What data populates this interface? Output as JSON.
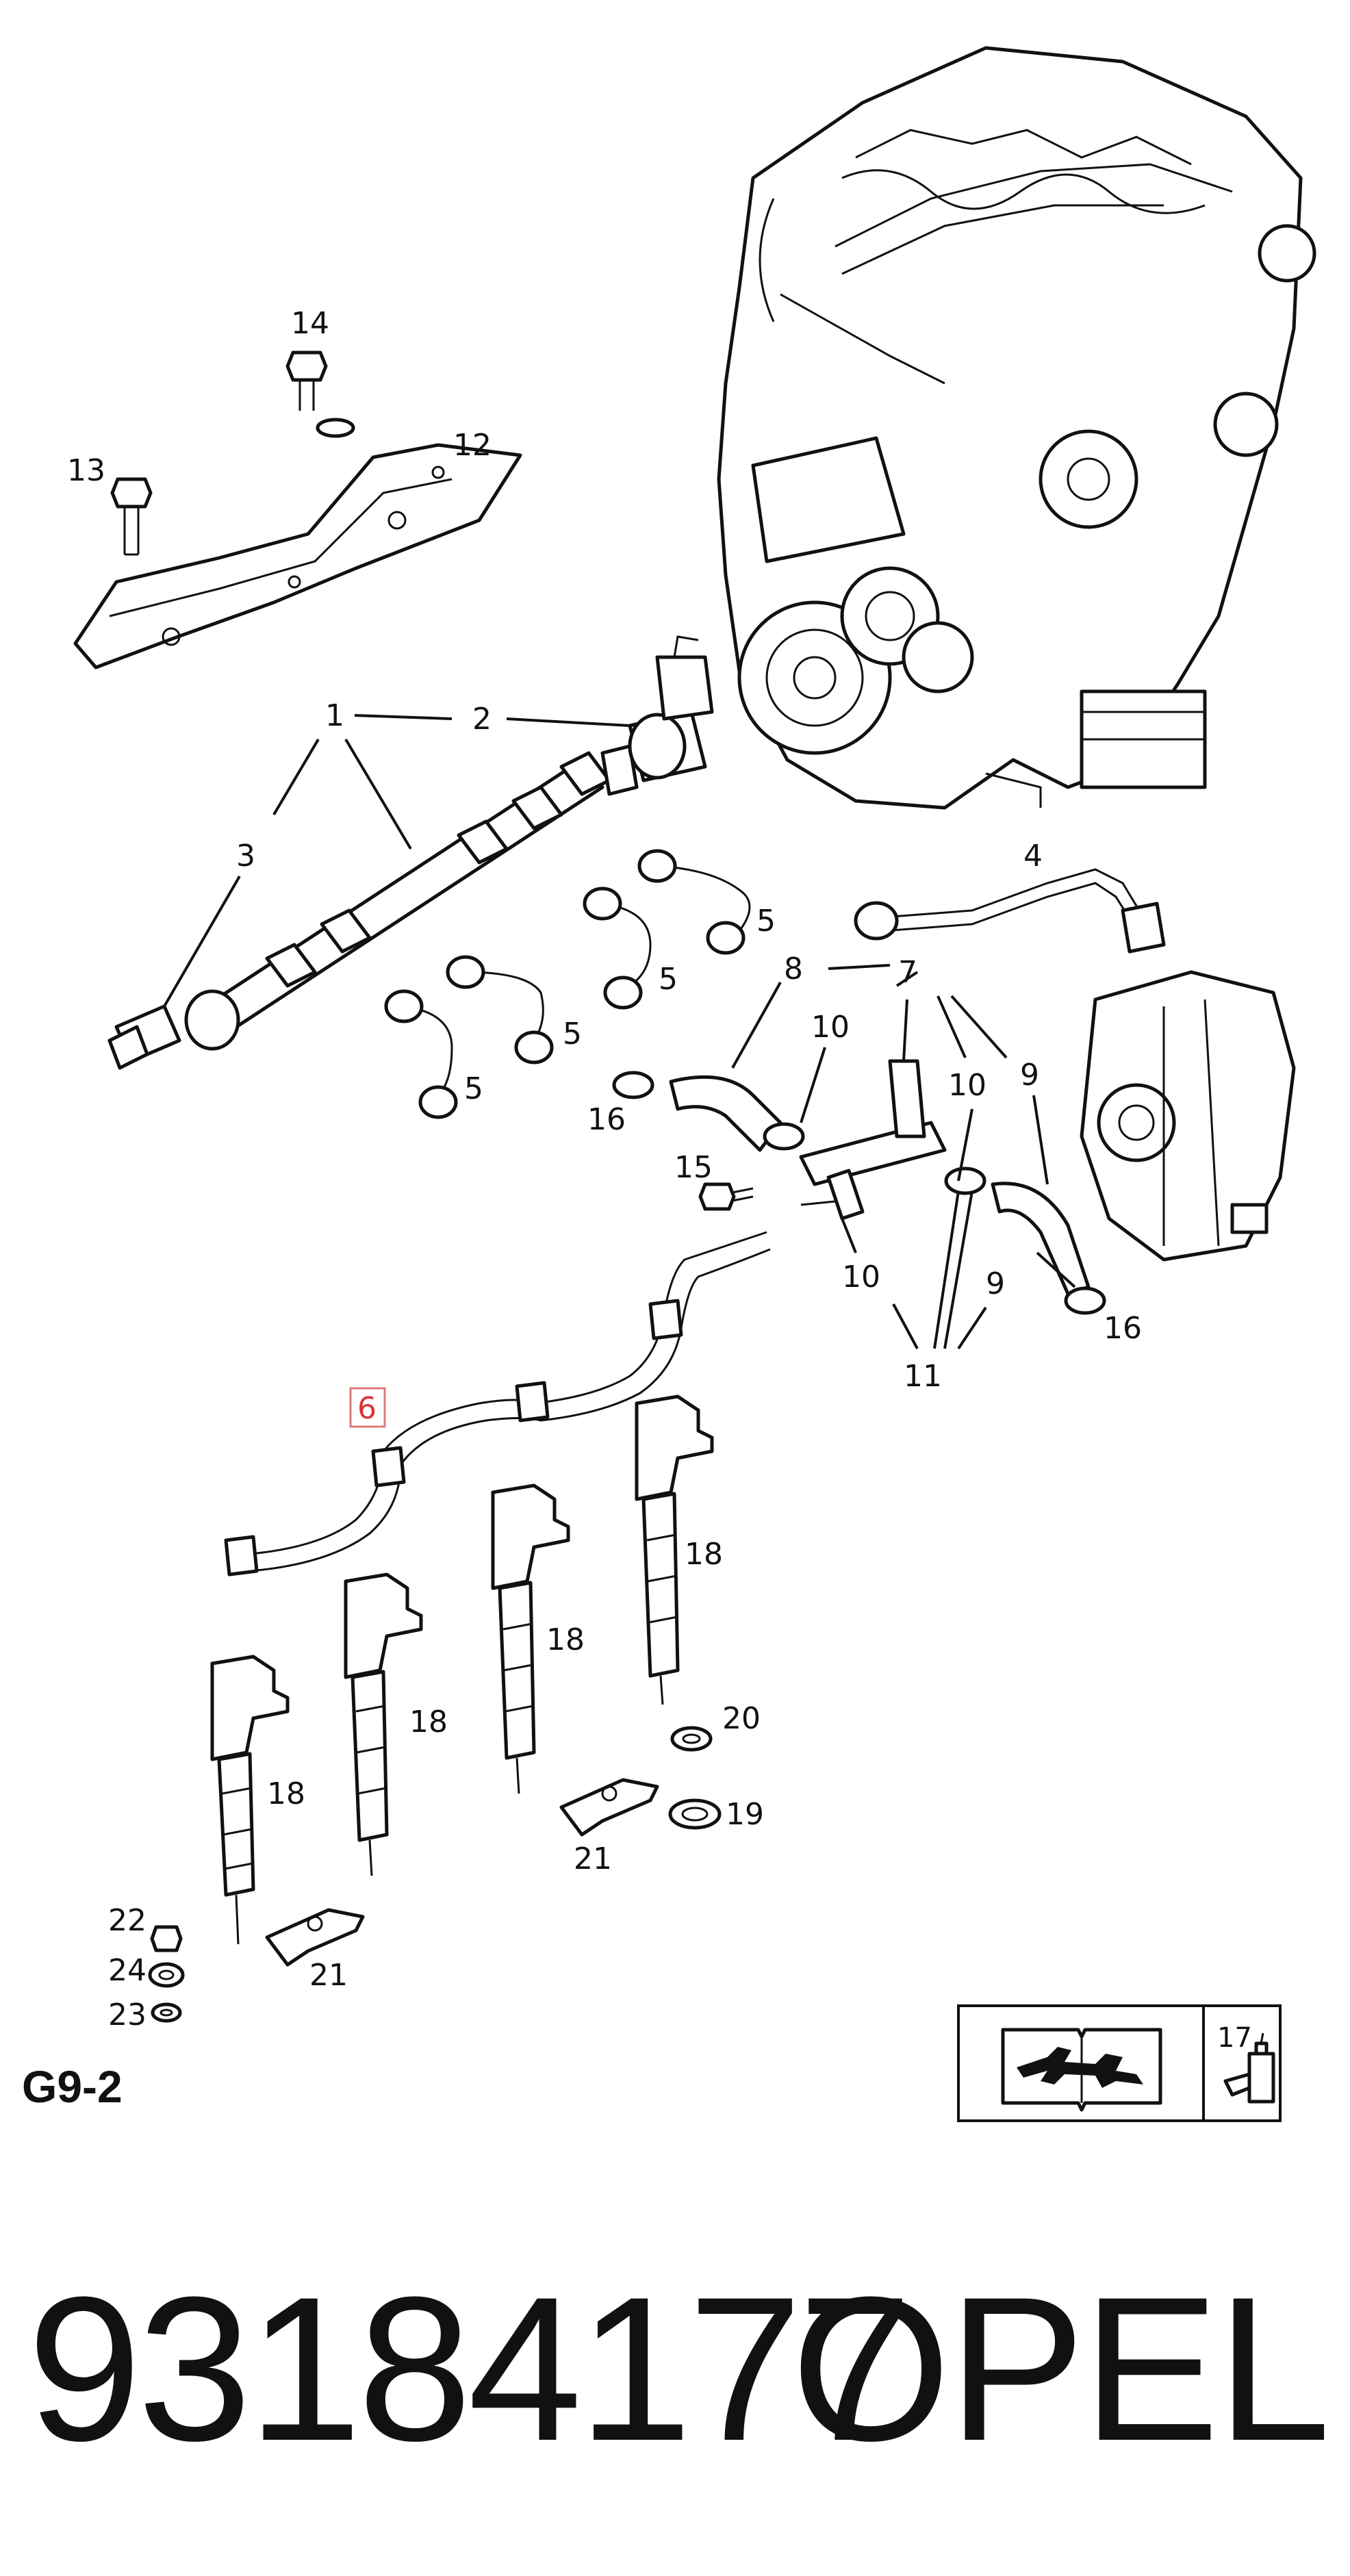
{
  "callouts": {
    "c1": "1",
    "c2": "2",
    "c3": "3",
    "c4": "4",
    "c5a": "5",
    "c5b": "5",
    "c5c": "5",
    "c5d": "5",
    "c6": "6",
    "c7": "7",
    "c8": "8",
    "c9a": "9",
    "c9b": "9",
    "c10a": "10",
    "c10b": "10",
    "c10c": "10",
    "c11": "11",
    "c12": "12",
    "c13": "13",
    "c14": "14",
    "c15": "15",
    "c16a": "16",
    "c16b": "16",
    "c17": "17",
    "c18a": "18",
    "c18b": "18",
    "c18c": "18",
    "c18d": "18",
    "c19": "19",
    "c20": "20",
    "c21a": "21",
    "c21b": "21",
    "c22": "22",
    "c23": "23",
    "c24": "24"
  },
  "page_code": "G9-2",
  "part_number": "93184177",
  "brand": "OPEL",
  "highlight_color": "#e07a7a"
}
